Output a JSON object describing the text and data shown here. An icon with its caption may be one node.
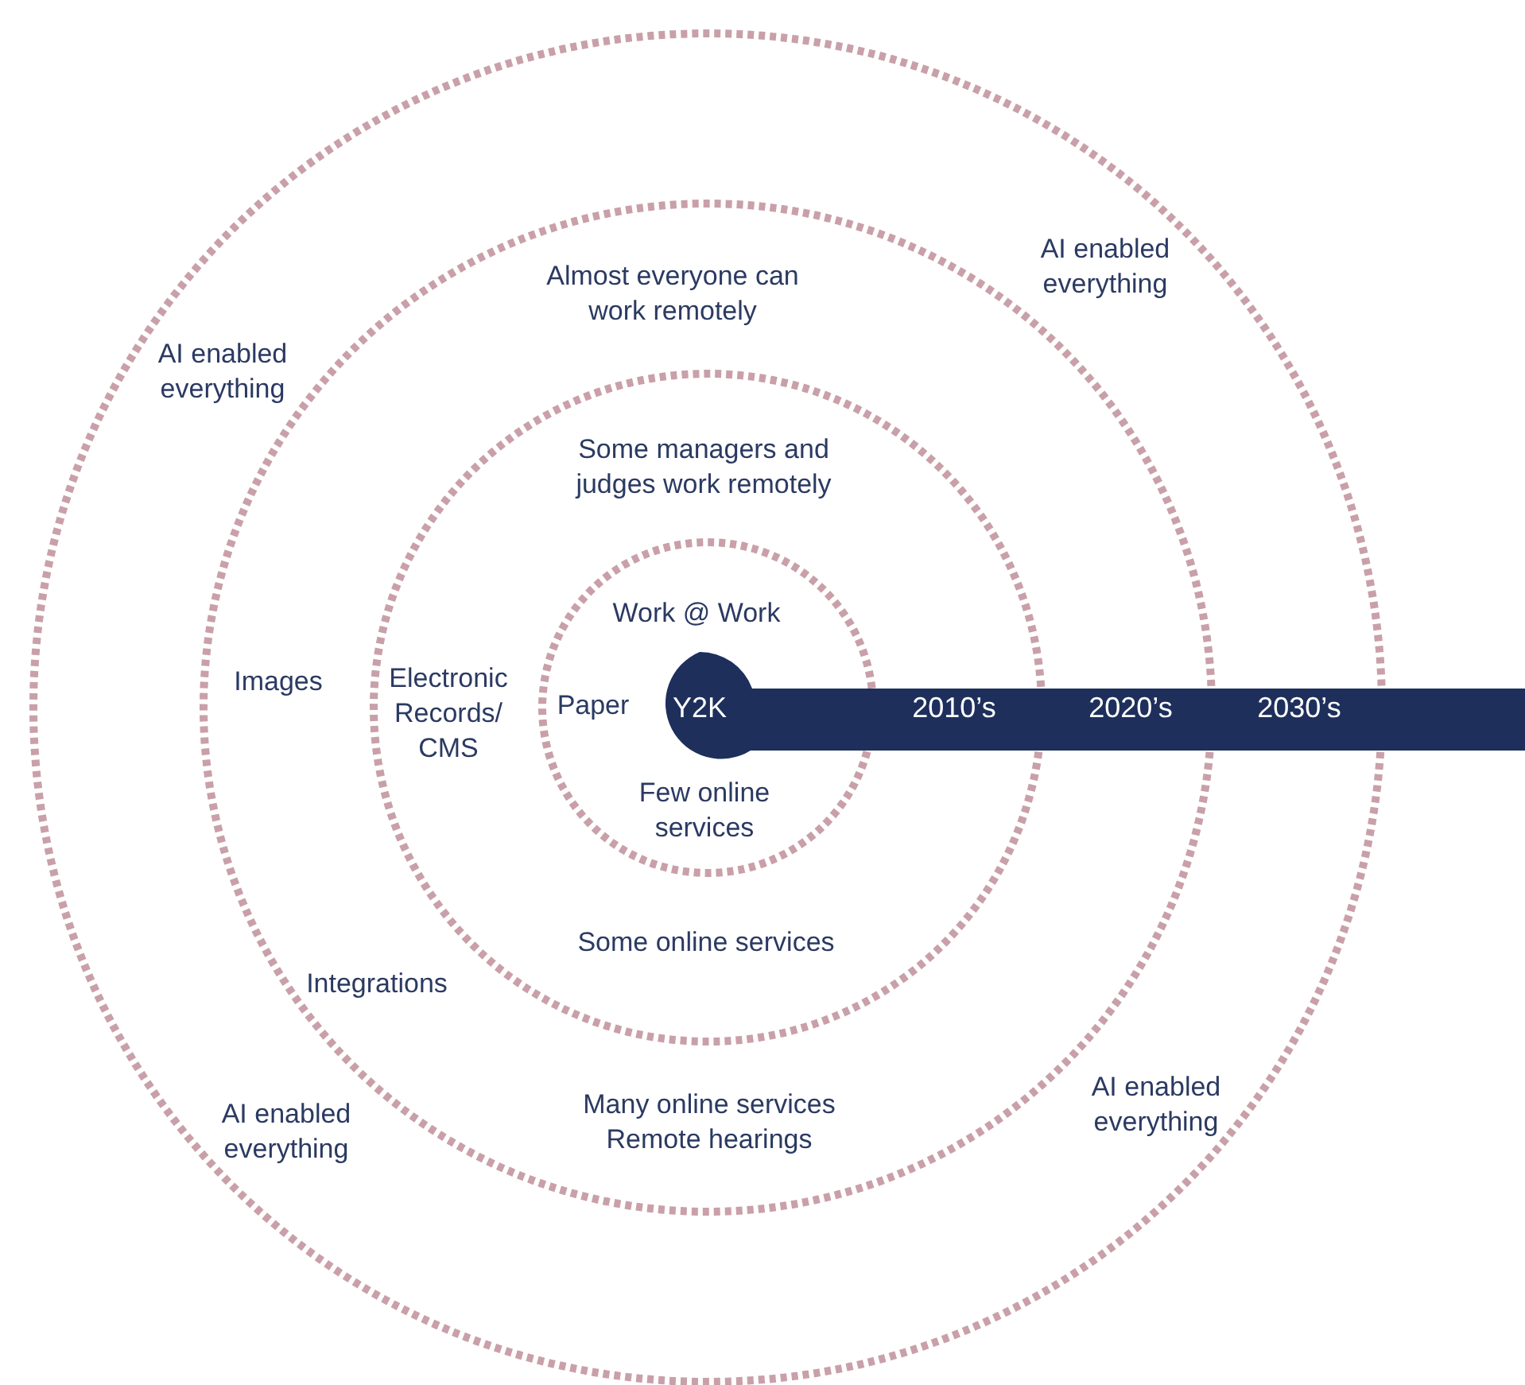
{
  "diagram": {
    "nodes": [
      {
        "text": [
          "AI enabled everything",
          "AI enabled everything",
          "AI enabled everything",
          "AI enabled everything"
        ]
      },
      {
        "text": [
          "Almost everyone can work remotely",
          "Images",
          "Integrations",
          "Many online services Remote hearings"
        ],
        "in": 0
      },
      {
        "text": [
          "Some managers and judges work remotely",
          "Electronic Records/ CMS",
          "Some online services"
        ],
        "in": 1
      },
      {
        "text": [
          "Work @ Work",
          "Paper",
          "Few online services"
        ],
        "in": 2
      },
      {
        "text": [
          "Y2K",
          "2010’s",
          "2020’s",
          "2030’s"
        ]
      }
    ]
  }
}
